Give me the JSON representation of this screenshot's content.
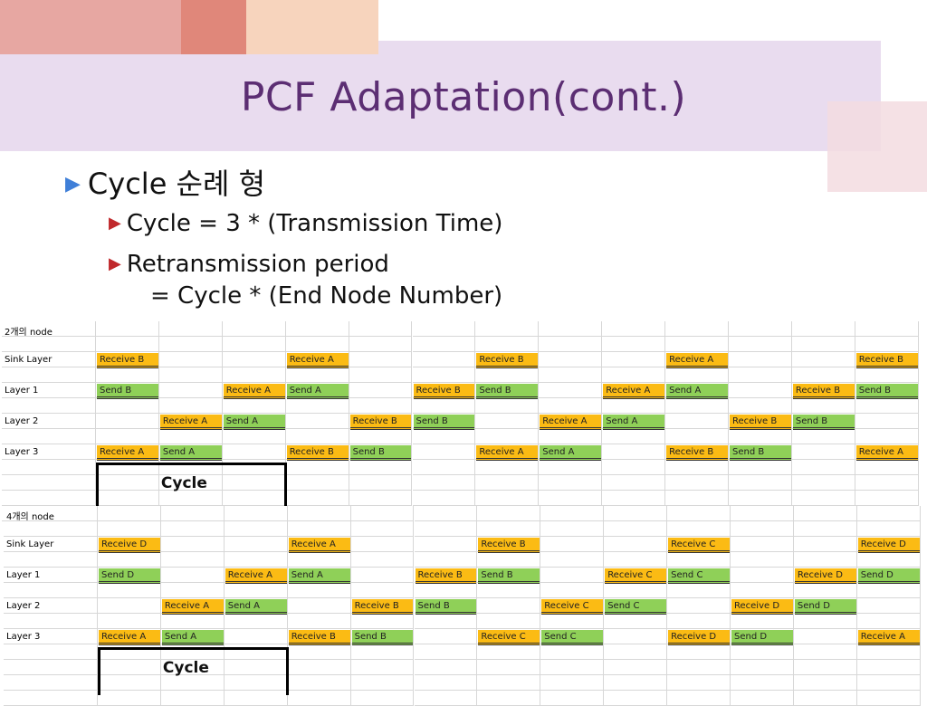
{
  "title": "PCF Adaptation(cont.)",
  "bullets": {
    "main": "Cycle 순례 형",
    "sub1": "Cycle = 3 * (Transmission Time)",
    "sub2_line1": "Retransmission period",
    "sub2_line2": "= Cycle * (End Node Number)"
  },
  "colors": {
    "receive": "#fbbb14",
    "send": "#8fd058",
    "title": "#5c2e73"
  },
  "sheets": [
    {
      "id": "a",
      "header": "2개의 node",
      "cycle_label": "Cycle",
      "rows": [
        {
          "label": "Sink Layer",
          "cells": [
            {
              "col": 1,
              "text": "Receive B",
              "kind": "receive"
            },
            {
              "col": 4,
              "text": "Receive A",
              "kind": "receive"
            },
            {
              "col": 7,
              "text": "Receive B",
              "kind": "receive"
            },
            {
              "col": 10,
              "text": "Receive A",
              "kind": "receive"
            },
            {
              "col": 13,
              "text": "Receive B",
              "kind": "receive"
            }
          ]
        },
        {
          "label": "Layer 1",
          "cells": [
            {
              "col": 1,
              "text": "Send B",
              "kind": "send"
            },
            {
              "col": 3,
              "text": "Receive A",
              "kind": "receive"
            },
            {
              "col": 4,
              "text": "Send A",
              "kind": "send"
            },
            {
              "col": 6,
              "text": "Receive B",
              "kind": "receive"
            },
            {
              "col": 7,
              "text": "Send B",
              "kind": "send"
            },
            {
              "col": 9,
              "text": "Receive A",
              "kind": "receive"
            },
            {
              "col": 10,
              "text": "Send A",
              "kind": "send"
            },
            {
              "col": 12,
              "text": "Receive B",
              "kind": "receive"
            },
            {
              "col": 13,
              "text": "Send B",
              "kind": "send"
            }
          ]
        },
        {
          "label": "Layer 2",
          "cells": [
            {
              "col": 2,
              "text": "Receive A",
              "kind": "receive"
            },
            {
              "col": 3,
              "text": "Send A",
              "kind": "send"
            },
            {
              "col": 5,
              "text": "Receive B",
              "kind": "receive"
            },
            {
              "col": 6,
              "text": "Send B",
              "kind": "send"
            },
            {
              "col": 8,
              "text": "Receive A",
              "kind": "receive"
            },
            {
              "col": 9,
              "text": "Send A",
              "kind": "send"
            },
            {
              "col": 11,
              "text": "Receive B",
              "kind": "receive"
            },
            {
              "col": 12,
              "text": "Send B",
              "kind": "send"
            }
          ]
        },
        {
          "label": "Layer 3",
          "cells": [
            {
              "col": 1,
              "text": "Receive A",
              "kind": "receive"
            },
            {
              "col": 2,
              "text": "Send A",
              "kind": "send"
            },
            {
              "col": 4,
              "text": "Receive B",
              "kind": "receive"
            },
            {
              "col": 5,
              "text": "Send B",
              "kind": "send"
            },
            {
              "col": 7,
              "text": "Receive A",
              "kind": "receive"
            },
            {
              "col": 8,
              "text": "Send A",
              "kind": "send"
            },
            {
              "col": 10,
              "text": "Receive B",
              "kind": "receive"
            },
            {
              "col": 11,
              "text": "Send B",
              "kind": "send"
            },
            {
              "col": 13,
              "text": "Receive A",
              "kind": "receive"
            }
          ]
        }
      ]
    },
    {
      "id": "b",
      "header": "4개의 node",
      "cycle_label": "Cycle",
      "rows": [
        {
          "label": "Sink Layer",
          "cells": [
            {
              "col": 1,
              "text": "Receive D",
              "kind": "receive"
            },
            {
              "col": 4,
              "text": "Receive A",
              "kind": "receive"
            },
            {
              "col": 7,
              "text": "Receive B",
              "kind": "receive"
            },
            {
              "col": 10,
              "text": "Receive C",
              "kind": "receive"
            },
            {
              "col": 13,
              "text": "Receive D",
              "kind": "receive"
            }
          ]
        },
        {
          "label": "Layer 1",
          "cells": [
            {
              "col": 1,
              "text": "Send D",
              "kind": "send"
            },
            {
              "col": 3,
              "text": "Receive A",
              "kind": "receive"
            },
            {
              "col": 4,
              "text": "Send A",
              "kind": "send"
            },
            {
              "col": 6,
              "text": "Receive B",
              "kind": "receive"
            },
            {
              "col": 7,
              "text": "Send B",
              "kind": "send"
            },
            {
              "col": 9,
              "text": "Receive C",
              "kind": "receive"
            },
            {
              "col": 10,
              "text": "Send C",
              "kind": "send"
            },
            {
              "col": 12,
              "text": "Receive D",
              "kind": "receive"
            },
            {
              "col": 13,
              "text": "Send D",
              "kind": "send"
            }
          ]
        },
        {
          "label": "Layer 2",
          "cells": [
            {
              "col": 2,
              "text": "Receive A",
              "kind": "receive"
            },
            {
              "col": 3,
              "text": "Send A",
              "kind": "send"
            },
            {
              "col": 5,
              "text": "Receive B",
              "kind": "receive"
            },
            {
              "col": 6,
              "text": "Send B",
              "kind": "send"
            },
            {
              "col": 8,
              "text": "Receive C",
              "kind": "receive"
            },
            {
              "col": 9,
              "text": "Send C",
              "kind": "send"
            },
            {
              "col": 11,
              "text": "Receive D",
              "kind": "receive"
            },
            {
              "col": 12,
              "text": "Send D",
              "kind": "send"
            }
          ]
        },
        {
          "label": "Layer 3",
          "cells": [
            {
              "col": 1,
              "text": "Receive A",
              "kind": "receive"
            },
            {
              "col": 2,
              "text": "Send A",
              "kind": "send"
            },
            {
              "col": 4,
              "text": "Receive B",
              "kind": "receive"
            },
            {
              "col": 5,
              "text": "Send B",
              "kind": "send"
            },
            {
              "col": 7,
              "text": "Receive C",
              "kind": "receive"
            },
            {
              "col": 8,
              "text": "Send C",
              "kind": "send"
            },
            {
              "col": 10,
              "text": "Receive D",
              "kind": "receive"
            },
            {
              "col": 11,
              "text": "Send D",
              "kind": "send"
            },
            {
              "col": 13,
              "text": "Receive A",
              "kind": "receive"
            }
          ]
        }
      ]
    }
  ]
}
